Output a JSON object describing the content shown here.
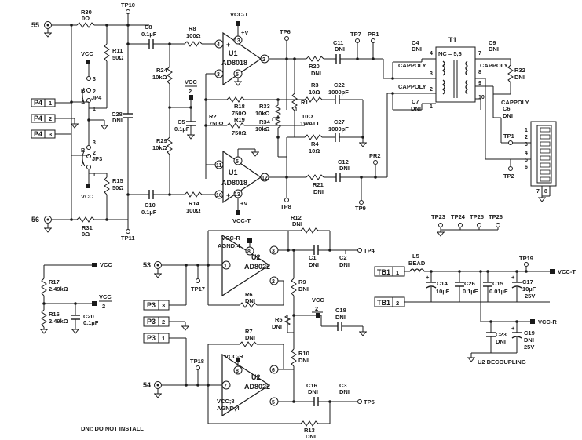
{
  "note": "DNI: DO NOT INSTALL",
  "u1_top": {
    "ref": "U1",
    "part": "AD8018",
    "supply_top": "VCC-T",
    "plus": "+V",
    "pins": [
      "4",
      "3",
      "13",
      "5",
      "2"
    ]
  },
  "u1_bot": {
    "ref": "U1",
    "part": "AD8018",
    "supply_bot": "VCC-T",
    "plus": "+V",
    "pins": [
      "11",
      "10",
      "5",
      "13",
      "12"
    ]
  },
  "u2_top": {
    "ref": "U2",
    "part": "AD8022",
    "supply": "VCC-R",
    "agnd": "AGND;4",
    "pins": [
      "1",
      "8",
      "3",
      "2"
    ]
  },
  "u2_bot": {
    "ref": "U2",
    "part": "AD8022",
    "supply": "VCC-R",
    "agnd": "VCC;8\nAGND;4",
    "pins": [
      "7",
      "8",
      "6",
      "5"
    ]
  },
  "transformer": {
    "ref": "T1",
    "nc": "NC = 5,6",
    "pins": [
      "4",
      "3",
      "2",
      "1",
      "7",
      "8",
      "9",
      "10"
    ]
  },
  "components": {
    "r30": [
      "R30",
      "0Ω"
    ],
    "r31": [
      "R31",
      "0Ω"
    ],
    "r11": [
      "R11",
      "50Ω"
    ],
    "r15": [
      "R15",
      "50Ω"
    ],
    "c8": [
      "C8",
      "0.1µF"
    ],
    "c10": [
      "C10",
      "0.1µF"
    ],
    "c28": [
      "C28",
      "DNI"
    ],
    "r8": [
      "R8",
      "100Ω"
    ],
    "r14": [
      "R14",
      "100Ω"
    ],
    "r24": [
      "R24",
      "10kΩ"
    ],
    "r29": [
      "R29",
      "10kΩ"
    ],
    "c5": [
      "C5",
      "0.1µF"
    ],
    "r2": [
      "R2",
      "750Ω"
    ],
    "r18": [
      "R18",
      "750Ω"
    ],
    "r19": [
      "R19",
      "750Ω"
    ],
    "r33": [
      "R33",
      "10kΩ"
    ],
    "r34": [
      "R34",
      "10kΩ"
    ],
    "r1": [
      "R1",
      "10Ω",
      "1WATT"
    ],
    "r20": [
      "R20",
      "DNI"
    ],
    "r21": [
      "R21",
      "DNI"
    ],
    "r3": [
      "R3",
      "10Ω"
    ],
    "r4": [
      "R4",
      "10Ω"
    ],
    "c22": [
      "C22",
      "1000pF"
    ],
    "c27": [
      "C27",
      "1000pF"
    ],
    "c11": [
      "C11",
      "DNI"
    ],
    "c12": [
      "C12",
      "DNI"
    ],
    "c4": [
      "C4",
      "DNI"
    ],
    "c7": [
      "C7",
      "DNI"
    ],
    "c9": [
      "C9",
      "DNI"
    ],
    "c6": [
      "C6",
      "DNI"
    ],
    "r32": [
      "R32",
      "DNI"
    ],
    "r17": [
      "R17",
      "2.49kΩ"
    ],
    "r16": [
      "R16",
      "2.49kΩ"
    ],
    "c20": [
      "C20",
      "0.1µF"
    ],
    "r12": [
      "R12",
      "DNI"
    ],
    "r6": [
      "R6",
      "DNI"
    ],
    "r7": [
      "R7",
      "DNI"
    ],
    "r13": [
      "R13",
      "DNI"
    ],
    "r9": [
      "R9",
      "DNI"
    ],
    "r5": [
      "R5",
      "DNI"
    ],
    "r10": [
      "R10",
      "DNI"
    ],
    "c1": [
      "C1",
      "DNI"
    ],
    "c2": [
      "C2",
      "DNI"
    ],
    "c16": [
      "C16",
      "DNI"
    ],
    "c3": [
      "C3",
      "DNI"
    ],
    "c18": [
      "C18",
      "DNI"
    ],
    "l5": [
      "L5",
      "BEAD"
    ],
    "c14": [
      "C14",
      "10µF"
    ],
    "c26": [
      "C26",
      "0.1µF"
    ],
    "c15": [
      "C15",
      "0.01µF"
    ],
    "c17": [
      "C17",
      "10µF",
      "25V"
    ],
    "c23": [
      "C23",
      "DNI"
    ],
    "c19": [
      "C19",
      "DNI",
      "25V"
    ]
  },
  "labels": {
    "cappoly": "CAPPOLY",
    "vcc": "VCC",
    "vcc_half": "VCC",
    "two": "2",
    "vcc_t": "VCC-T",
    "vcc_r": "VCC-R",
    "u2_decoupling": "U2 DECOUPLING",
    "jp4": "JP4",
    "jp3": "JP3",
    "a": "A",
    "b": "B",
    "n1": "1",
    "n2": "2",
    "n3": "3",
    "n4": "4",
    "n5": "5",
    "n6": "6",
    "n7": "7",
    "n8": "8",
    "plus": "+",
    "minus": "–"
  },
  "test_points": {
    "tp10": "TP10",
    "tp11": "TP11",
    "tp6": "TP6",
    "tp7": "TP7",
    "tp8": "TP8",
    "tp9": "TP9",
    "pr1": "PR1",
    "pr2": "PR2",
    "tp1": "TP1",
    "tp2": "TP2",
    "tp4": "TP4",
    "tp5": "TP5",
    "tp17": "TP17",
    "tp18": "TP18",
    "tp19": "TP19",
    "tp23": "TP23",
    "tp24": "TP24",
    "tp25": "TP25",
    "tp26": "TP26"
  },
  "connectors": {
    "n55": "55",
    "n56": "56",
    "n53": "53",
    "n54": "54",
    "p4": "P4",
    "p3": "P3",
    "tb1": "TB1"
  }
}
